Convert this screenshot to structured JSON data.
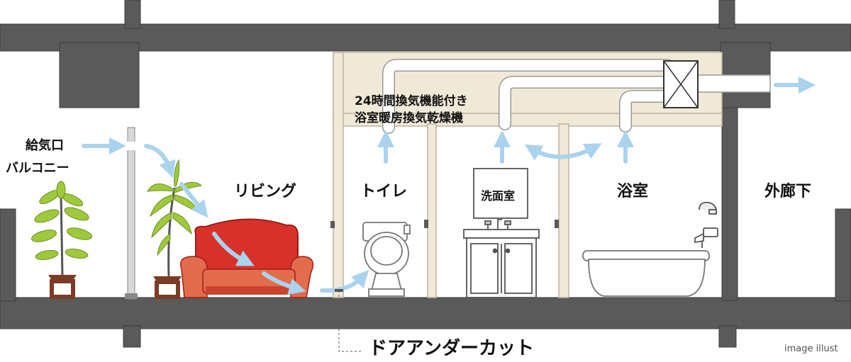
{
  "labels": {
    "supply_inlet": "給気口",
    "balcony": "バルコニー",
    "living": "リビング",
    "toilet": "トイレ",
    "washroom": "洗面室",
    "bathroom": "浴室",
    "corridor": "外廊下",
    "fan_line1": "24時間換気機能付き",
    "fan_line2": "浴室暖房換気乾燥機",
    "door_undercut": "ドアアンダーカット",
    "note": "image illust"
  },
  "colors": {
    "structure": "#5a5a5a",
    "structure_edge": "#3c3c3c",
    "partition": "#f1e9d8",
    "partition_edge": "#bdb39f",
    "airflow": "#a9d3ee",
    "sofa": "#d8312a",
    "plant_leaf": "#9fc93c",
    "pot": "#7a3c24"
  },
  "icons": [
    "plant-icon",
    "sofa-icon",
    "toilet-icon",
    "sink-icon",
    "bathtub-icon",
    "faucet-icon",
    "fan-unit-icon",
    "airflow-arrow-icon",
    "duct-icon"
  ]
}
